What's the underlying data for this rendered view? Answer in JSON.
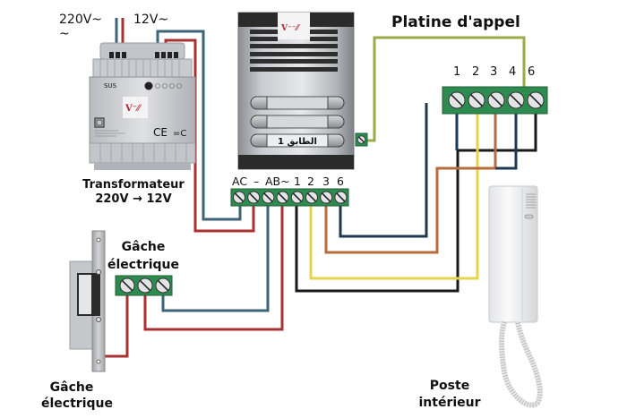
{
  "title": "Platine d'appel",
  "labels": {
    "supply_220": "220V~",
    "supply_220_tilde": "~",
    "supply_12": "12V~",
    "transformer_line1": "Transformateur",
    "transformer_line2": "220V → 12V",
    "strike_terminal_line1": "Gâche",
    "strike_terminal_line2": "électrique",
    "strike_bottom_line1": "Gâche",
    "strike_bottom_line2": "électrique",
    "indoor_line1": "Poste",
    "indoor_line2": "intérieur",
    "panel_button_text": "الطابق 1",
    "transformer_brand": "SUS",
    "transformer_mark_ce": "CE",
    "transformer_mark_dc": "=C"
  },
  "panel_terminal": {
    "labels": [
      "AC",
      "–",
      "AB~",
      "1",
      "2",
      "3",
      "6"
    ]
  },
  "indoor_terminal": {
    "labels": [
      "1",
      "2",
      "3",
      "4",
      "6"
    ]
  },
  "colors": {
    "terminal_green": "#2e8b4f",
    "wire_red": "#a83232",
    "wire_blue": "#3e6478",
    "wire_black": "#1a1a1a",
    "wire_yellow": "#e4d44c",
    "wire_brown": "#b86b3c",
    "wire_navy": "#1d3a52",
    "wire_olive": "#9aab4a"
  },
  "panel_buttons": 3
}
